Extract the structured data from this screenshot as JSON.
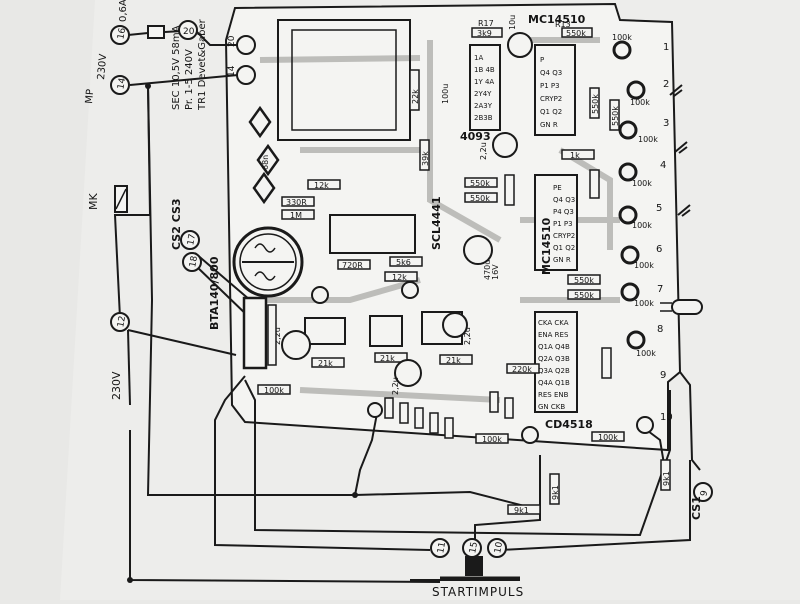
{
  "connectors": [
    {
      "id": "20",
      "label": "20"
    },
    {
      "id": "14",
      "label": "14"
    },
    {
      "id": "16",
      "label": "16"
    },
    {
      "id": "17",
      "label": "17"
    },
    {
      "id": "18",
      "label": "18"
    },
    {
      "id": "12",
      "label": "12"
    },
    {
      "id": "11",
      "label": "11"
    },
    {
      "id": "10",
      "label": "10"
    },
    {
      "id": "9",
      "label": "9"
    },
    {
      "id": "15",
      "label": "15"
    }
  ],
  "fuse_label": "0,6A",
  "supply_labels": {
    "v230": "230V",
    "mp": "MP",
    "v230_bottom": "230V"
  },
  "relay_label": "MK",
  "transformer_text": [
    "TR1 Devet&Gaber",
    "Pr. 1-5 240V",
    "SEC 10,5V 58mA"
  ],
  "cs_labels": {
    "cs2": "CS2",
    "cs3": "CS3",
    "cs1": "CS1"
  },
  "triac_label": "BTA140/800",
  "ic_labels": {
    "u5": "MC14510",
    "u7": "MC14510",
    "u8": "CD4518",
    "u4": "SCL4441",
    "gate": "4093"
  },
  "startimpuls": "STARTIMPULS",
  "resistors": [
    {
      "id": "r17",
      "text": "R17"
    },
    {
      "id": "r17v",
      "text": "3k9"
    },
    {
      "id": "r13",
      "text": "R13"
    },
    {
      "id": "r13v",
      "text": "550k"
    },
    {
      "id": "r1v",
      "text": "100k"
    },
    {
      "id": "r2v",
      "text": "100k"
    },
    {
      "id": "r3v",
      "text": "100k"
    },
    {
      "id": "r4v",
      "text": "100k"
    },
    {
      "id": "r5v",
      "text": "100k"
    },
    {
      "id": "r6v",
      "text": "100k"
    },
    {
      "id": "r7v",
      "text": "100k"
    },
    {
      "id": "r8v",
      "text": "100k"
    },
    {
      "id": "r18v",
      "text": "550k"
    },
    {
      "id": "r19v",
      "text": "550k"
    },
    {
      "id": "r21v",
      "text": "12k"
    },
    {
      "id": "r22v",
      "text": "330R"
    },
    {
      "id": "r23v",
      "text": "1M"
    },
    {
      "id": "r25v",
      "text": "5k6"
    },
    {
      "id": "r26v",
      "text": "12k"
    },
    {
      "id": "r24v",
      "text": "720R"
    },
    {
      "id": "r16v",
      "text": "220k"
    },
    {
      "id": "r27v",
      "text": "21k"
    },
    {
      "id": "r29v",
      "text": "21k"
    },
    {
      "id": "r28v",
      "text": "21k"
    },
    {
      "id": "r12v",
      "text": "100k"
    },
    {
      "id": "r31v",
      "text": "100k"
    },
    {
      "id": "r33v",
      "text": "100k"
    },
    {
      "id": "r34v",
      "text": "9k1"
    },
    {
      "id": "r35v",
      "text": "9k1"
    },
    {
      "id": "r36v",
      "text": "9k1"
    },
    {
      "id": "r14v",
      "text": "550k"
    },
    {
      "id": "r15v",
      "text": "550k"
    },
    {
      "id": "r12b",
      "text": "1k"
    },
    {
      "id": "r10v",
      "text": "550k"
    },
    {
      "id": "r9v",
      "text": "550k"
    },
    {
      "id": "r20v",
      "text": "39k"
    },
    {
      "id": "pv",
      "text": "22k"
    }
  ],
  "capacitors": [
    {
      "id": "c1",
      "text": "10u"
    },
    {
      "id": "c2",
      "text": "2,2u"
    },
    {
      "id": "c3",
      "text": "470u"
    },
    {
      "id": "c7",
      "text": "2,2u"
    },
    {
      "id": "c9",
      "text": "2,2u"
    },
    {
      "id": "c8",
      "text": "2,2u"
    },
    {
      "id": "c0",
      "text": "68n"
    },
    {
      "id": "c5",
      "text": "100u"
    },
    {
      "id": "c3v",
      "text": "16V"
    }
  ],
  "colors": {
    "ink": "#151515",
    "paper": "#ecece9",
    "board": "#f3f3f1",
    "trace": "#b9b9b6"
  }
}
